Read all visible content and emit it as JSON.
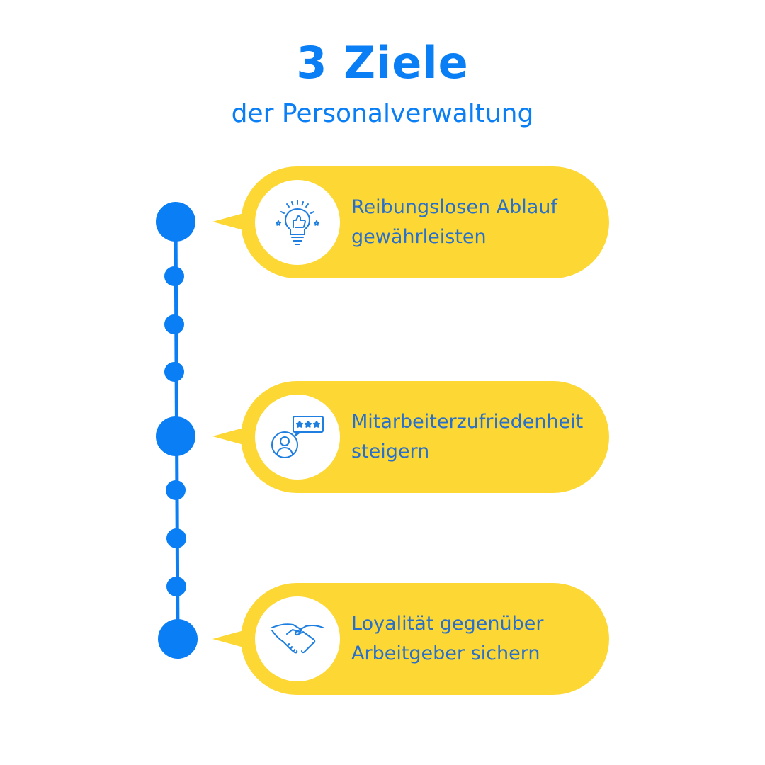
{
  "header": {
    "title": "3 Ziele",
    "subtitle": "der Personalverwaltung"
  },
  "colors": {
    "accent": "#0a7ef5",
    "card": "#fdd835",
    "text": "#2a6fc8"
  },
  "goals": [
    {
      "label": "Reibungslosen Ablauf\ngewährleisten",
      "icon": "lightbulb-thumbs-up-icon"
    },
    {
      "label": "Mitarbeiterzufriedenheit\nsteigern",
      "icon": "user-rating-stars-icon"
    },
    {
      "label": "Loyalität gegenüber\nArbeitgeber sichern",
      "icon": "handshake-icon"
    }
  ]
}
